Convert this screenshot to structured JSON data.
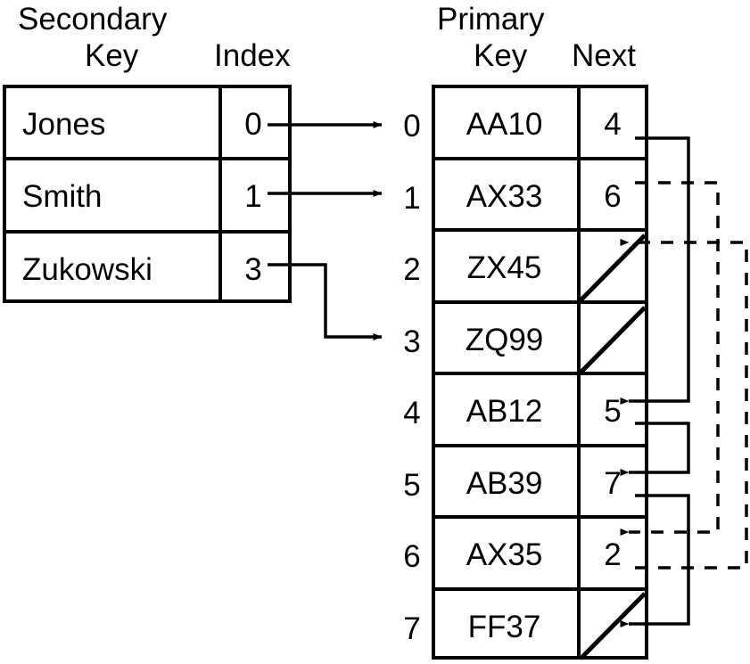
{
  "diagram": {
    "title": "secondary-index-to-primary-key-table-with-collision-chains",
    "line_color": "#000000",
    "background": "#ffffff"
  },
  "secondary_table": {
    "header_line1": "Secondary",
    "header_line2_key": "Key",
    "header_line2_index": "Index",
    "columns": [
      "Key",
      "Index"
    ],
    "rows": [
      {
        "key": "Jones",
        "index": "0"
      },
      {
        "key": "Smith",
        "index": "1"
      },
      {
        "key": "Zukowski",
        "index": "3"
      }
    ]
  },
  "primary_table": {
    "header_line1": "Primary",
    "header_line2_key": "Key",
    "header_line2_next": "Next",
    "columns": [
      "Key",
      "Next"
    ],
    "row_labels": [
      "0",
      "1",
      "2",
      "3",
      "4",
      "5",
      "6",
      "7"
    ],
    "rows": [
      {
        "slot": "0",
        "key": "AA10",
        "next": "4",
        "null_next": false
      },
      {
        "slot": "1",
        "key": "AX33",
        "next": "6",
        "null_next": false
      },
      {
        "slot": "2",
        "key": "ZX45",
        "next": "",
        "null_next": true
      },
      {
        "slot": "3",
        "key": "ZQ99",
        "next": "",
        "null_next": true
      },
      {
        "slot": "4",
        "key": "AB12",
        "next": "5",
        "null_next": false
      },
      {
        "slot": "5",
        "key": "AB39",
        "next": "7",
        "null_next": false
      },
      {
        "slot": "6",
        "key": "AX35",
        "next": "2",
        "null_next": false
      },
      {
        "slot": "7",
        "key": "FF37",
        "next": "",
        "null_next": true
      }
    ]
  },
  "index_arrows": [
    {
      "from_secondary_row": "Jones",
      "to_slot": "0",
      "style": "solid"
    },
    {
      "from_secondary_row": "Smith",
      "to_slot": "1",
      "style": "solid"
    },
    {
      "from_secondary_row": "Zukowski",
      "to_slot": "3",
      "style": "solid"
    }
  ],
  "chain_arrows": [
    {
      "from_slot": "0",
      "next_value": "4",
      "to_slot": "4",
      "style": "solid"
    },
    {
      "from_slot": "4",
      "next_value": "5",
      "to_slot": "5",
      "style": "solid"
    },
    {
      "from_slot": "5",
      "next_value": "7",
      "to_slot": "7",
      "style": "solid"
    },
    {
      "from_slot": "1",
      "next_value": "6",
      "to_slot": "6",
      "style": "dashed"
    },
    {
      "from_slot": "6",
      "next_value": "2",
      "to_slot": "2",
      "style": "dashed"
    }
  ]
}
